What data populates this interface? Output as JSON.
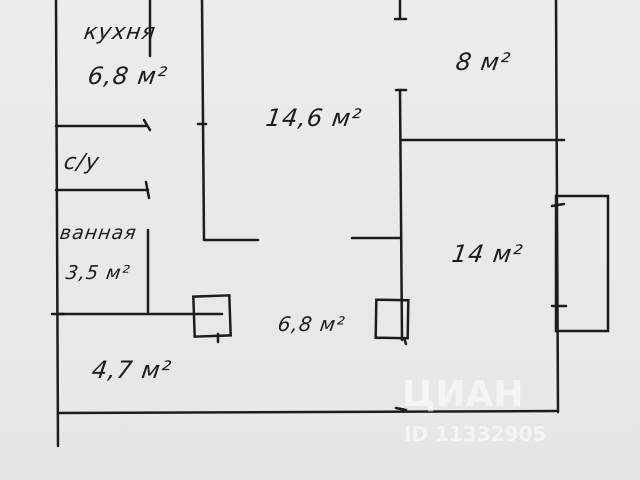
{
  "rooms": {
    "kitchen": {
      "name": "кухня",
      "area": "6,8 м²"
    },
    "toilet": {
      "name": "с/у"
    },
    "bathroom": {
      "name": "ванная",
      "area": "3,5 м²"
    },
    "living": {
      "area": "14,6 м²"
    },
    "room_ne": {
      "area": "8 м²"
    },
    "room_e": {
      "area": "14 м²"
    },
    "hall": {
      "area": "6,8 м²"
    },
    "entry": {
      "area": "4,7 м²"
    }
  },
  "watermark": {
    "brand": "ЦИАН",
    "id": "ID 11332905"
  },
  "colors": {
    "ink": "#1c1c1c",
    "paper": "#e9e9e7"
  }
}
